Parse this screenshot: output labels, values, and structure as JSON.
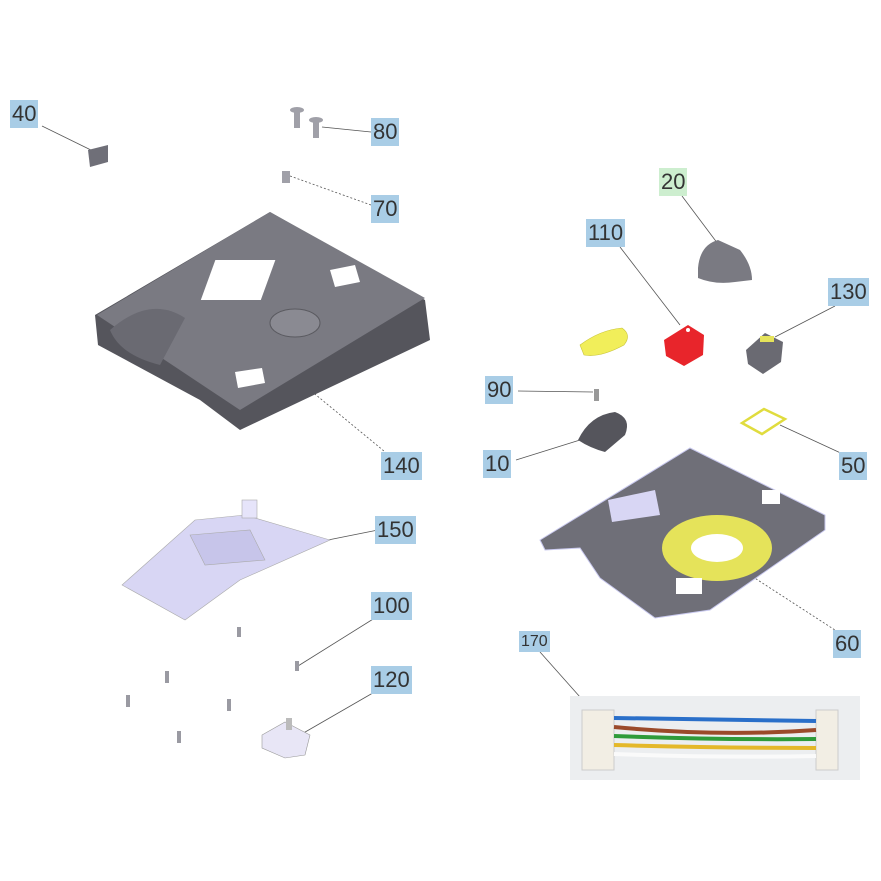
{
  "diagram": {
    "labels": [
      {
        "id": "40",
        "text": "40"
      },
      {
        "id": "80",
        "text": "80"
      },
      {
        "id": "70",
        "text": "70"
      },
      {
        "id": "20",
        "text": "20"
      },
      {
        "id": "110",
        "text": "110"
      },
      {
        "id": "130",
        "text": "130"
      },
      {
        "id": "90",
        "text": "90"
      },
      {
        "id": "140",
        "text": "140"
      },
      {
        "id": "10",
        "text": "10"
      },
      {
        "id": "50",
        "text": "50"
      },
      {
        "id": "150",
        "text": "150"
      },
      {
        "id": "100",
        "text": "100"
      },
      {
        "id": "60",
        "text": "60"
      },
      {
        "id": "120",
        "text": "120"
      },
      {
        "id": "170",
        "text": "170"
      }
    ],
    "colors": {
      "label_bg": "#a9cde6",
      "label_highlight": "#cdeecf",
      "part_gray": "#6f6f78",
      "switch_red": "#e8252b",
      "yellow": "#f1ee5a",
      "board": "#d8d6f4"
    }
  }
}
